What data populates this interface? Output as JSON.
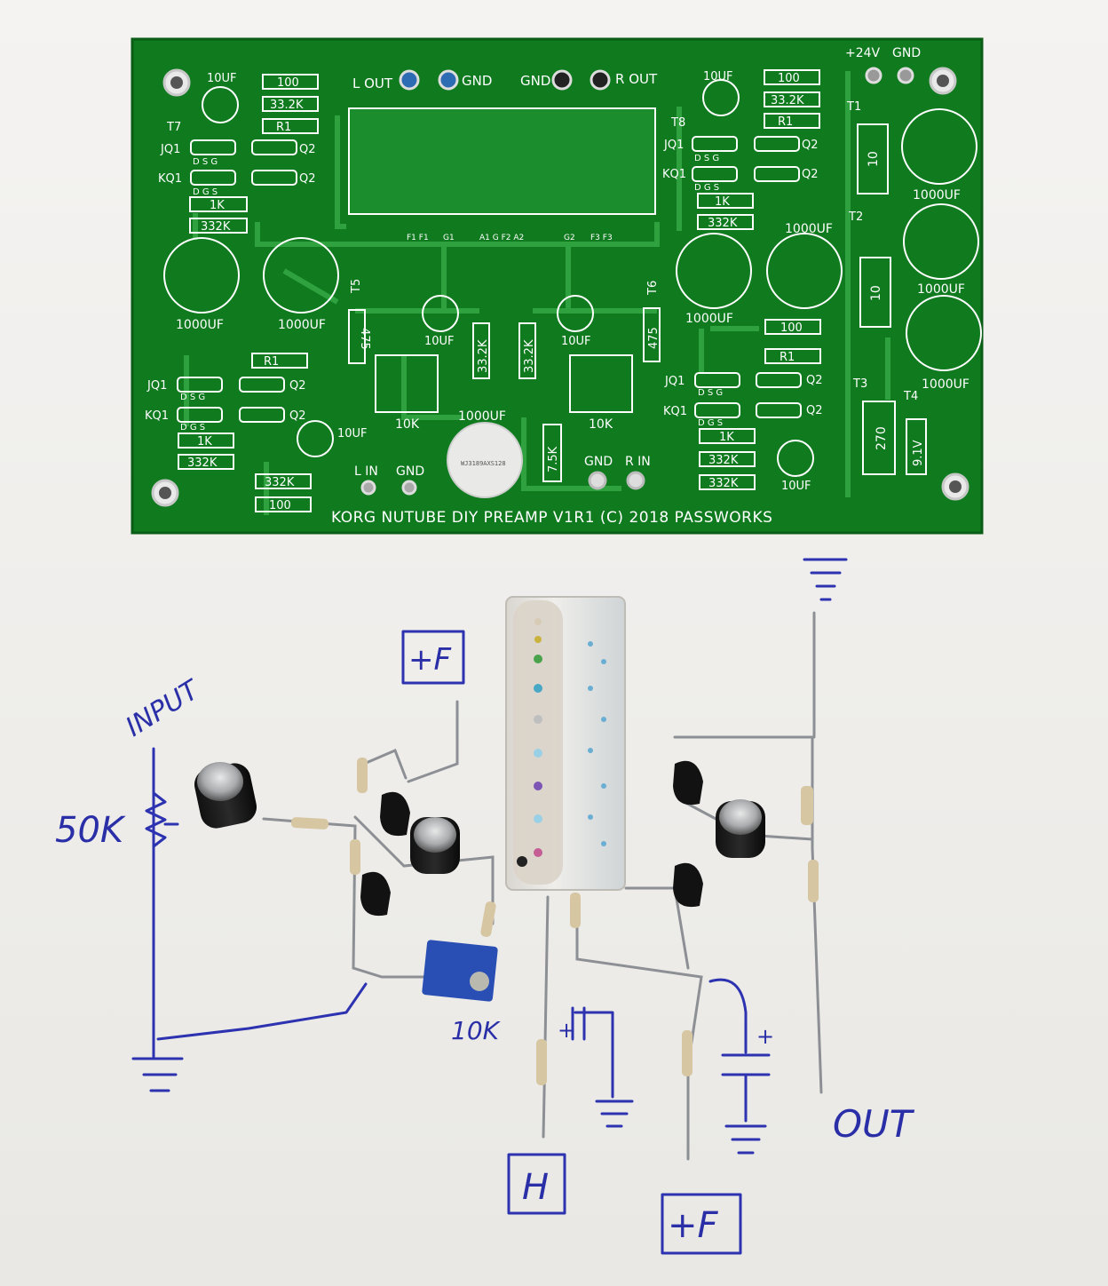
{
  "pcb": {
    "footer": "KORG NUTUBE DIY PREAMP V1R1 (C) 2018 PASSWORKS",
    "colors": {
      "board": "#0f7a1e",
      "silk": "#ffffff",
      "trace": "#2fa23f"
    },
    "top_labels": {
      "l_out": "L OUT",
      "gnd_l": "GND",
      "gnd_r": "GND",
      "r_out": "R OUT",
      "v24": "+24V",
      "gnd_pwr": "GND"
    },
    "left": {
      "c_top": "10UF",
      "r100": "100",
      "r332": "33.2K",
      "r1": "R1",
      "t7": "T7",
      "jq1": "JQ1",
      "q2a": "Q2",
      "kq1": "KQ1",
      "q2b": "Q2",
      "dsg": "D S G",
      "dgs": "D G S",
      "r1k": "1K",
      "r332k": "332K",
      "cap1": "1000UF",
      "cap2": "1000UF",
      "t5": "T5",
      "r475": "475"
    },
    "right": {
      "c_top": "10UF",
      "r100": "100",
      "r332": "33.2K",
      "r1": "R1",
      "t8": "T8",
      "jq1": "JQ1",
      "q2a": "Q2",
      "kq1": "KQ1",
      "q2b": "Q2",
      "dsg": "D S G",
      "dgs": "D G S",
      "r1k": "1K",
      "r332k": "332K",
      "cap1": "1000UF",
      "cap2": "1000UF",
      "t6": "T6",
      "r475": "475"
    },
    "tube_pins": {
      "f1f1": "F1 F1",
      "g1": "G1",
      "a1gf2a2": "A1 G F2 A2",
      "g2": "G2",
      "f3f3": "F3 F3"
    },
    "power": {
      "t1": "T1",
      "t2": "T2",
      "t3": "T3",
      "t4": "T4",
      "r10a": "10",
      "r10b": "10",
      "r270": "270",
      "z91": "9.1V",
      "c1": "1000UF",
      "c2": "1000UF",
      "c3": "1000UF"
    },
    "center": {
      "c10l": "10UF",
      "c10r": "10UF",
      "r332l": "33.2K",
      "r332r": "33.2K",
      "pot_l": "10K",
      "pot_r": "10K",
      "cbig": "1000UF",
      "cbig_mark": "WJ3189AXS128",
      "r75": "7.5K"
    },
    "bottom_left": {
      "r1": "R1",
      "jq1": "JQ1",
      "q2a": "Q2",
      "kq1": "KQ1",
      "q2b": "Q2",
      "dsg": "D S G",
      "dgs": "D G S",
      "r1k": "1K",
      "r332k": "332K",
      "c10": "10UF",
      "r332k2": "332K",
      "r100": "100",
      "l_in": "L IN",
      "gnd": "GND"
    },
    "bottom_right": {
      "r100": "100",
      "r1": "R1",
      "jq1": "JQ1",
      "q2a": "Q2",
      "kq1": "KQ1",
      "q2b": "Q2",
      "dsg": "D S G",
      "dgs": "D G S",
      "r1k": "1K",
      "r332k": "332K",
      "r332k2": "332K",
      "c10": "10UF",
      "gnd": "GND",
      "r_in": "R IN"
    }
  },
  "sketch": {
    "input": "INPUT",
    "pot": "50K",
    "plus_f_top": "+F",
    "trimmer": "10K",
    "h_box": "H",
    "plus_f_bottom": "+F",
    "out": "OUT",
    "plus_1": "+",
    "plus_2": "+",
    "ink_color": "#2a2fa8"
  }
}
